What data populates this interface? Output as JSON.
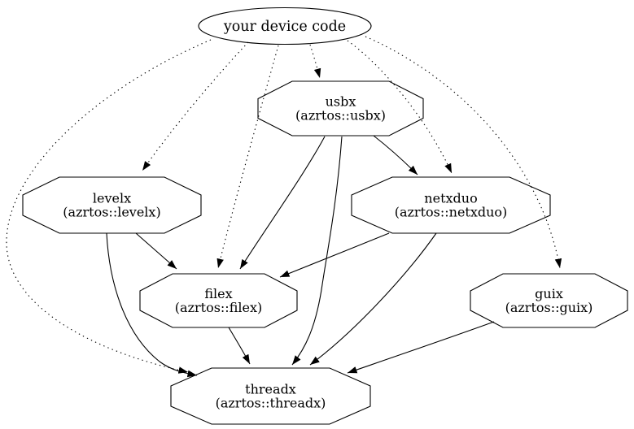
{
  "diagram": {
    "kind": "dependency-graph",
    "background_color": "#ffffff",
    "stroke_color": "#000000",
    "text_color": "#000000",
    "nodes": {
      "device": {
        "label": "your device code",
        "shape": "ellipse"
      },
      "usbx": {
        "name": "usbx",
        "package": "(azrtos::usbx)",
        "shape": "octagon"
      },
      "levelx": {
        "name": "levelx",
        "package": "(azrtos::levelx)",
        "shape": "octagon"
      },
      "netxduo": {
        "name": "netxduo",
        "package": "(azrtos::netxduo)",
        "shape": "octagon"
      },
      "filex": {
        "name": "filex",
        "package": "(azrtos::filex)",
        "shape": "octagon"
      },
      "guix": {
        "name": "guix",
        "package": "(azrtos::guix)",
        "shape": "octagon"
      },
      "threadx": {
        "name": "threadx",
        "package": "(azrtos::threadx)",
        "shape": "octagon"
      }
    },
    "edges": [
      {
        "from": "your device code",
        "to": "usbx",
        "style": "dotted"
      },
      {
        "from": "your device code",
        "to": "levelx",
        "style": "dotted"
      },
      {
        "from": "your device code",
        "to": "netxduo",
        "style": "dotted"
      },
      {
        "from": "your device code",
        "to": "filex",
        "style": "dotted"
      },
      {
        "from": "your device code",
        "to": "guix",
        "style": "dotted"
      },
      {
        "from": "your device code",
        "to": "threadx",
        "style": "dotted"
      },
      {
        "from": "usbx",
        "to": "netxduo",
        "style": "solid"
      },
      {
        "from": "usbx",
        "to": "filex",
        "style": "solid"
      },
      {
        "from": "usbx",
        "to": "threadx",
        "style": "solid"
      },
      {
        "from": "levelx",
        "to": "filex",
        "style": "solid"
      },
      {
        "from": "levelx",
        "to": "threadx",
        "style": "solid"
      },
      {
        "from": "netxduo",
        "to": "filex",
        "style": "solid"
      },
      {
        "from": "netxduo",
        "to": "threadx",
        "style": "solid"
      },
      {
        "from": "filex",
        "to": "threadx",
        "style": "solid"
      },
      {
        "from": "guix",
        "to": "threadx",
        "style": "solid"
      }
    ]
  }
}
